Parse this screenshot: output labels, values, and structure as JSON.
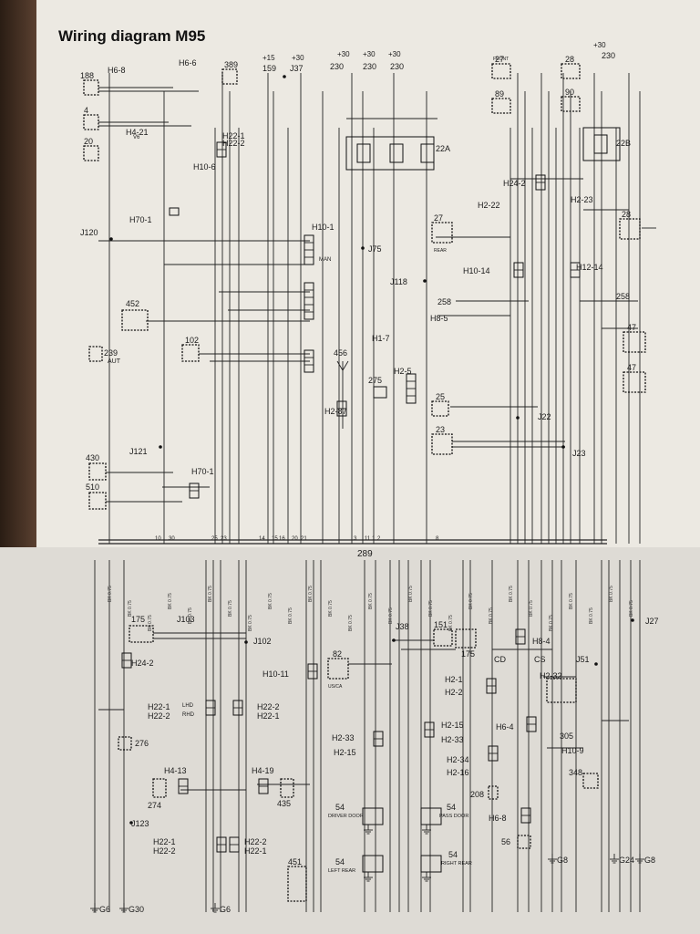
{
  "title": "Wiring diagram M95",
  "supply": [
    "+15",
    "+30",
    "+30",
    "+30",
    "+30",
    "+30"
  ],
  "rails": [
    "230",
    "230",
    "230",
    "230"
  ],
  "top_bus": "289",
  "components_upper": [
    {
      "id": "188",
      "label": "188"
    },
    {
      "id": "4",
      "label": "4"
    },
    {
      "id": "20",
      "label": "20"
    },
    {
      "id": "389",
      "label": "389"
    },
    {
      "id": "159",
      "label": "159"
    },
    {
      "id": "J37",
      "label": "J37"
    },
    {
      "id": "27a",
      "label": "27"
    },
    {
      "id": "28a",
      "label": "28"
    },
    {
      "id": "89",
      "label": "89"
    },
    {
      "id": "90",
      "label": "90"
    },
    {
      "id": "22A",
      "label": "22A"
    },
    {
      "id": "22B",
      "label": "22B"
    },
    {
      "id": "27b",
      "label": "27"
    },
    {
      "id": "28b",
      "label": "28"
    },
    {
      "id": "452",
      "label": "452"
    },
    {
      "id": "239",
      "label": "239"
    },
    {
      "id": "102",
      "label": "102"
    },
    {
      "id": "456",
      "label": "456"
    },
    {
      "id": "275",
      "label": "275"
    },
    {
      "id": "258a",
      "label": "258"
    },
    {
      "id": "258b",
      "label": "258"
    },
    {
      "id": "47a",
      "label": "47"
    },
    {
      "id": "47b",
      "label": "47"
    },
    {
      "id": "25",
      "label": "25"
    },
    {
      "id": "23",
      "label": "23"
    },
    {
      "id": "430",
      "label": "430"
    },
    {
      "id": "510",
      "label": "510"
    }
  ],
  "connectors_upper": [
    "H6-8",
    "H6-6",
    "H4-21",
    "H22-1",
    "H22-2",
    "H10-6",
    "H70-1",
    "H10-1",
    "J75",
    "J118",
    "H2-22",
    "H24-2",
    "H2-23",
    "H10-14",
    "H12-14",
    "H8-5",
    "H1-7",
    "H2-5",
    "H2-87",
    "J22",
    "J23",
    "J120",
    "J121",
    "H70-1"
  ],
  "components_lower": [
    {
      "id": "175a",
      "label": "175"
    },
    {
      "id": "J103",
      "label": "J103"
    },
    {
      "id": "J102",
      "label": "J102"
    },
    {
      "id": "82",
      "label": "82"
    },
    {
      "id": "J38",
      "label": "J38"
    },
    {
      "id": "151",
      "label": "151"
    },
    {
      "id": "175b",
      "label": "175"
    },
    {
      "id": "J51",
      "label": "J51"
    },
    {
      "id": "J27",
      "label": "J27"
    },
    {
      "id": "276",
      "label": "276"
    },
    {
      "id": "274",
      "label": "274"
    },
    {
      "id": "435",
      "label": "435"
    },
    {
      "id": "305",
      "label": "305"
    },
    {
      "id": "348",
      "label": "348"
    },
    {
      "id": "208",
      "label": "208"
    },
    {
      "id": "56",
      "label": "56"
    },
    {
      "id": "451",
      "label": "451"
    },
    {
      "id": "J123",
      "label": "J123"
    }
  ],
  "connectors_lower": [
    "H24-2",
    "H10-11",
    "H22-1",
    "H22-2",
    "H22-2",
    "H22-1",
    "H4-13",
    "H4-19",
    "H2-33",
    "H2-15",
    "H2-15",
    "H2-33",
    "H2-1",
    "H2-2",
    "H8-4",
    "H2-32",
    "H6-4",
    "H2-34",
    "H2-16",
    "H10-9",
    "H6-8",
    "H22-1",
    "H22-2",
    "H22-2",
    "H22-1"
  ],
  "doors": [
    {
      "label": "54",
      "sub": "DRIVER DOOR"
    },
    {
      "label": "54",
      "sub": "PASS DOOR"
    },
    {
      "label": "54",
      "sub": "LEFT REAR"
    },
    {
      "label": "54",
      "sub": "RIGHT REAR"
    }
  ],
  "grounds": [
    "G6",
    "G30",
    "G6",
    "G8",
    "G24",
    "G8"
  ],
  "bus_numbers": [
    "10",
    "30",
    "25",
    "23",
    "14",
    "15",
    "16",
    "20",
    "21",
    "3",
    "11",
    "1",
    "2",
    "8"
  ],
  "misc_labels": [
    "AUT",
    "LHD",
    "RHD",
    "CD",
    "CS",
    "FRONT",
    "REAR",
    "V6",
    "MAN",
    "US/CA"
  ]
}
